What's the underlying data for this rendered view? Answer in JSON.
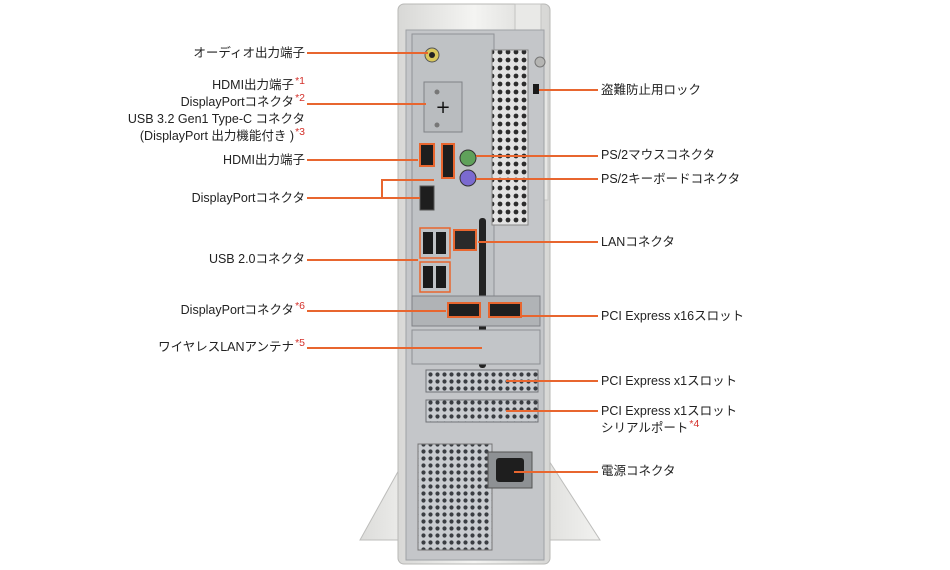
{
  "accent_color": "#e8662f",
  "note_color": "#d4302a",
  "left_labels": [
    {
      "id": "audio",
      "lines": [
        {
          "text": "オーディオ出力端子",
          "note": ""
        }
      ]
    },
    {
      "id": "hdmi-dp-usbc",
      "lines": [
        {
          "text": "HDMI出力端子",
          "note": "*1"
        },
        {
          "text": "DisplayPortコネクタ",
          "note": "*2"
        },
        {
          "text": "USB 3.2 Gen1 Type-C コネクタ",
          "note": ""
        },
        {
          "text": "(DisplayPort 出力機能付き )",
          "note": "*3"
        }
      ]
    },
    {
      "id": "hdmi",
      "lines": [
        {
          "text": "HDMI出力端子",
          "note": ""
        }
      ]
    },
    {
      "id": "displayport",
      "lines": [
        {
          "text": "DisplayPortコネクタ",
          "note": ""
        }
      ]
    },
    {
      "id": "usb2",
      "lines": [
        {
          "text": "USB 2.0コネクタ",
          "note": ""
        }
      ]
    },
    {
      "id": "displayport-6",
      "lines": [
        {
          "text": "DisplayPortコネクタ",
          "note": "*6"
        }
      ]
    },
    {
      "id": "wlan-antenna",
      "lines": [
        {
          "text": "ワイヤレスLANアンテナ",
          "note": "*5"
        }
      ]
    }
  ],
  "right_labels": [
    {
      "id": "lock",
      "lines": [
        {
          "text": "盗難防止用ロック",
          "note": ""
        }
      ]
    },
    {
      "id": "ps2-mouse",
      "lines": [
        {
          "text": "PS/2マウスコネクタ",
          "note": ""
        }
      ]
    },
    {
      "id": "ps2-keyboard",
      "lines": [
        {
          "text": "PS/2キーボードコネクタ",
          "note": ""
        }
      ]
    },
    {
      "id": "lan",
      "lines": [
        {
          "text": "LANコネクタ",
          "note": ""
        }
      ]
    },
    {
      "id": "pcie-x16",
      "lines": [
        {
          "text": "PCI Express x16スロット",
          "note": ""
        }
      ]
    },
    {
      "id": "pcie-x1-a",
      "lines": [
        {
          "text": "PCI Express x1スロット",
          "note": ""
        }
      ]
    },
    {
      "id": "pcie-x1-b",
      "lines": [
        {
          "text": "PCI Express x1スロット",
          "note": ""
        },
        {
          "text": "シリアルポート",
          "note": "*4"
        }
      ]
    },
    {
      "id": "power",
      "lines": [
        {
          "text": "電源コネクタ",
          "note": ""
        }
      ]
    }
  ]
}
